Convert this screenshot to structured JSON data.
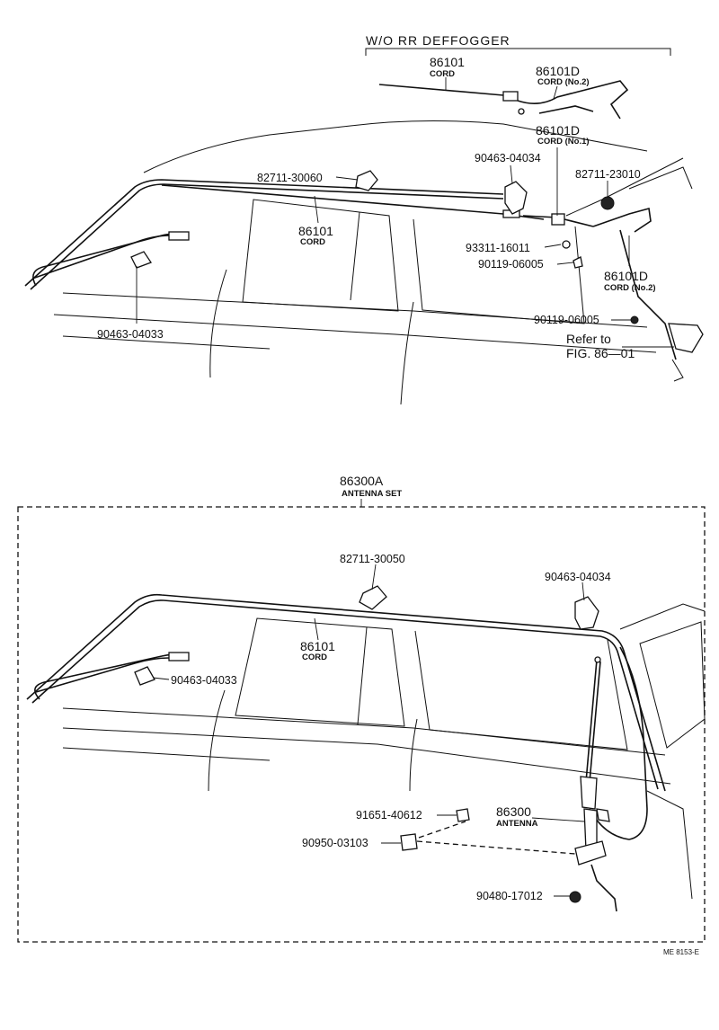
{
  "top": {
    "header": "W/O  RR  DEFFOGGER",
    "labels": {
      "p86101_top": "86101",
      "cord_top": "CORD",
      "p86101d_a": "86101D",
      "cord_no2_a": "CORD (No.2)",
      "p86101d_b": "86101D",
      "cord_no1": "CORD (No.1)",
      "p90463_04034": "90463-04034",
      "p82711_30060": "82711-30060",
      "p82711_23010": "82711-23010",
      "p86101_mid": "86101",
      "cord_mid": "CORD",
      "p93311_16011": "93311-16011",
      "p90119_06005_a": "90119-06005",
      "p86101d_c": "86101D",
      "cord_no2_b": "CORD (No.2)",
      "p90119_06005_b": "90119-06005",
      "refer1": "Refer to",
      "refer2": "FIG. 86—01",
      "p90463_04033": "90463-04033"
    }
  },
  "bottom": {
    "labels": {
      "set_num": "86300A",
      "set_name": "ANTENNA SET",
      "p82711_30050": "82711-30050",
      "p90463_04034": "90463-04034",
      "p86101": "86101",
      "cord": "CORD",
      "p90463_04033": "90463-04033",
      "p91651_40612": "91651-40612",
      "p86300": "86300",
      "antenna": "ANTENNA",
      "p90950_03103": "90950-03103",
      "p90480_17012": "90480-17012"
    }
  },
  "footer": {
    "code": "ME  8153-E"
  }
}
